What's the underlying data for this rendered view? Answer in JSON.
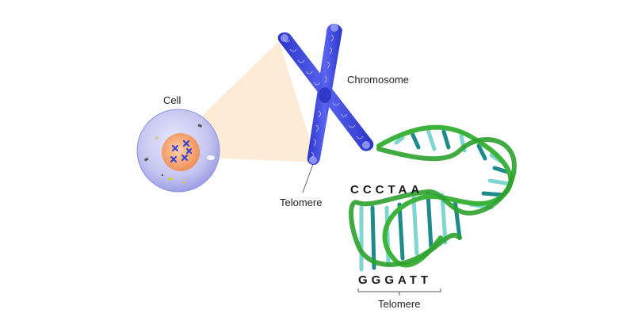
{
  "labels": {
    "cell": "Cell",
    "chromosome": "Chromosome",
    "telomere_chromosome": "Telomere",
    "sequence_top": "CCCTAA",
    "sequence_bottom": "GGGATT",
    "telomere_dna": "Telomere"
  },
  "colors": {
    "chromosome_blue": "#3a43d6",
    "cell_body": "#c5c6f0",
    "nucleus": "#f2a16a",
    "dna_backbone": "#3cb43c",
    "base_teal": "#1f8a8a",
    "base_light": "#7fd6d0",
    "zoom_cone": "#fbe7cf"
  },
  "icons": {
    "cell": "cell-icon",
    "chromosome": "chromosome-icon",
    "dna": "dna-helix-icon"
  }
}
